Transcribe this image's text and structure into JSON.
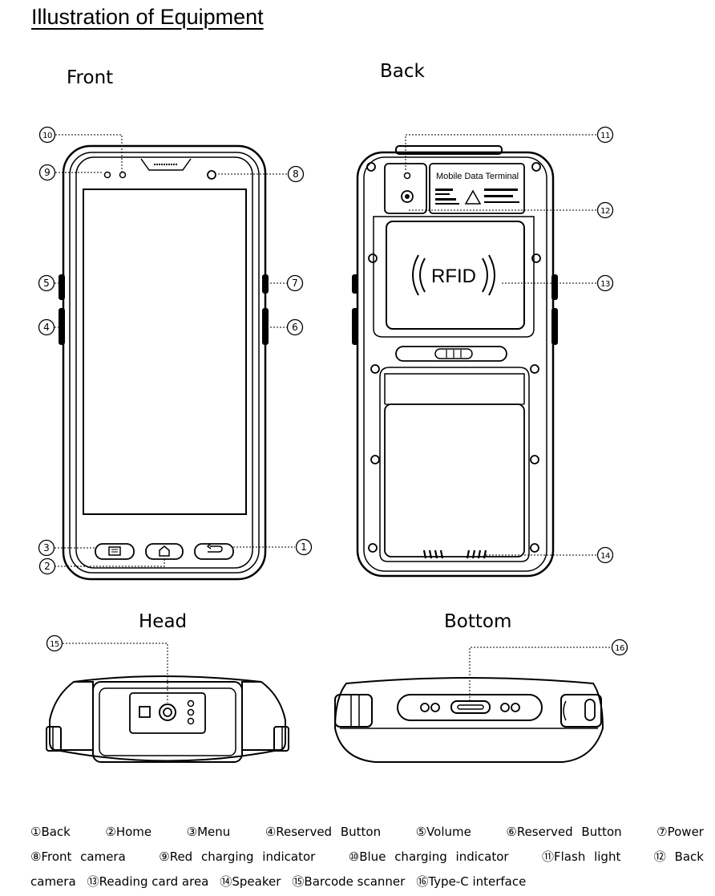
{
  "title": "Illustration of Equipment",
  "views": {
    "front": "Front",
    "back": "Back",
    "head": "Head",
    "bottom": "Bottom"
  },
  "device_text": {
    "back_label": "Mobile Data Terminal",
    "rfid": "RFID"
  },
  "callouts": [
    "1",
    "2",
    "3",
    "4",
    "5",
    "6",
    "7",
    "8",
    "9",
    "10",
    "11",
    "12",
    "13",
    "14",
    "15",
    "16"
  ],
  "legend": {
    "row1": [
      "①Back",
      "②Home",
      "③Menu",
      "④Reserved Button",
      "⑤Volume",
      "⑥Reserved Button",
      "⑦Power"
    ],
    "row2": [
      "⑧Front camera",
      "⑨Red charging indicator",
      "⑩Blue charging indicator",
      "⑪Flash light",
      "⑫ Back"
    ],
    "row3": [
      "camera",
      "⑬Reading card area",
      "⑭Speaker",
      "⑮Barcode scanner",
      "⑯Type-C interface"
    ]
  }
}
